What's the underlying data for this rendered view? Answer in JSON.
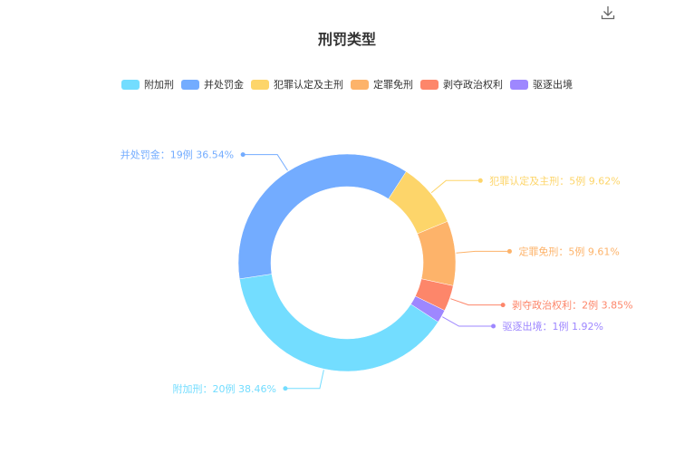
{
  "chart_data": {
    "type": "pie",
    "variant": "donut",
    "title": "刑罚类型",
    "legend_position": "top-center",
    "series": [
      {
        "name": "附加刑",
        "value": 20,
        "percent": "38.46%",
        "unit": "例",
        "color": "#73ddff"
      },
      {
        "name": "并处罚金",
        "value": 19,
        "percent": "36.54%",
        "unit": "例",
        "color": "#73acff"
      },
      {
        "name": "犯罪认定及主刑",
        "value": 5,
        "percent": "9.62%",
        "unit": "例",
        "color": "#fdd56a"
      },
      {
        "name": "定罪免刑",
        "value": 5,
        "percent": "9.61%",
        "unit": "例",
        "color": "#fdb36a"
      },
      {
        "name": "剥夺政治权利",
        "value": 2,
        "percent": "3.85%",
        "unit": "例",
        "color": "#fd866a"
      },
      {
        "name": "驱逐出境",
        "value": 1,
        "percent": "1.92%",
        "unit": "例",
        "color": "#9e87ff"
      }
    ]
  },
  "toolbar": {
    "download_icon": "download-icon"
  }
}
